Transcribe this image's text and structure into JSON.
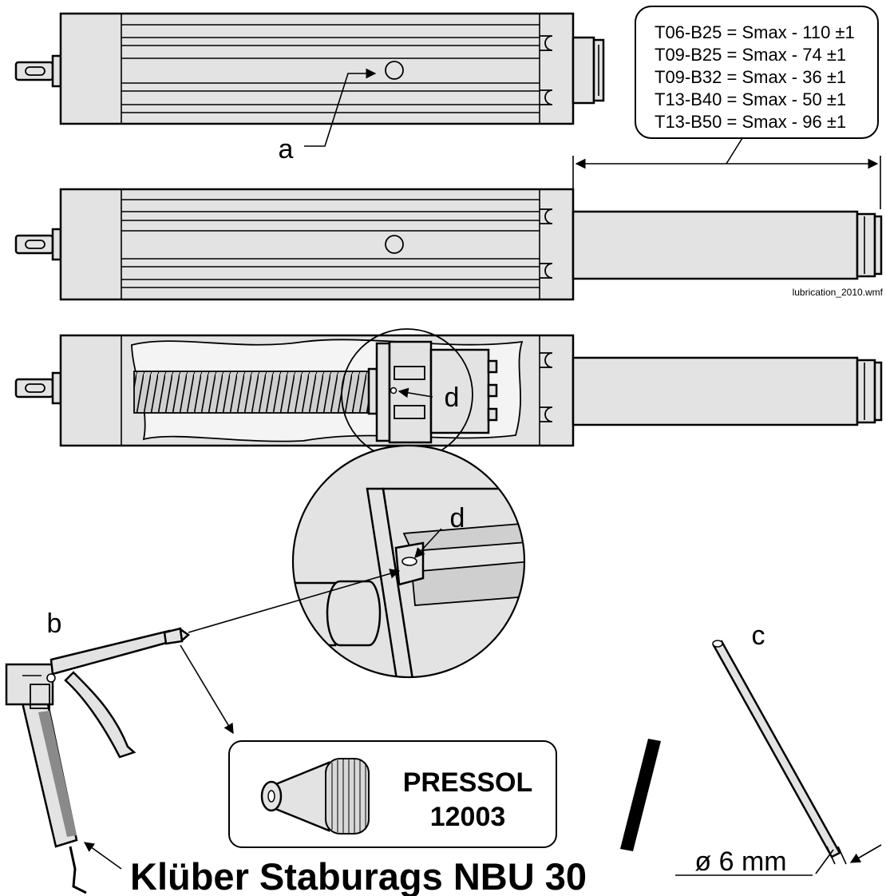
{
  "labels": {
    "a": "a",
    "b": "b",
    "c": "c",
    "d_top": "d",
    "d_zoom": "d"
  },
  "stroke_table": [
    "T06-B25 = Smax - 110 ±1",
    "T09-B25 = Smax - 74 ±1",
    "T09-B32 = Smax - 36 ±1",
    "T13-B40 = Smax - 50 ±1",
    "T13-B50 = Smax - 96 ±1"
  ],
  "filename": "lubrication_2010.wmf",
  "nozzle_brand": "PRESSOL",
  "nozzle_code": "12003",
  "grease": "Klüber Staburags NBU 30",
  "tube_diameter": "ø 6 mm",
  "colors": {
    "part_fill": "#e3e3e3",
    "ink": "#000000",
    "grip_stripe": "#8a8a8a"
  }
}
